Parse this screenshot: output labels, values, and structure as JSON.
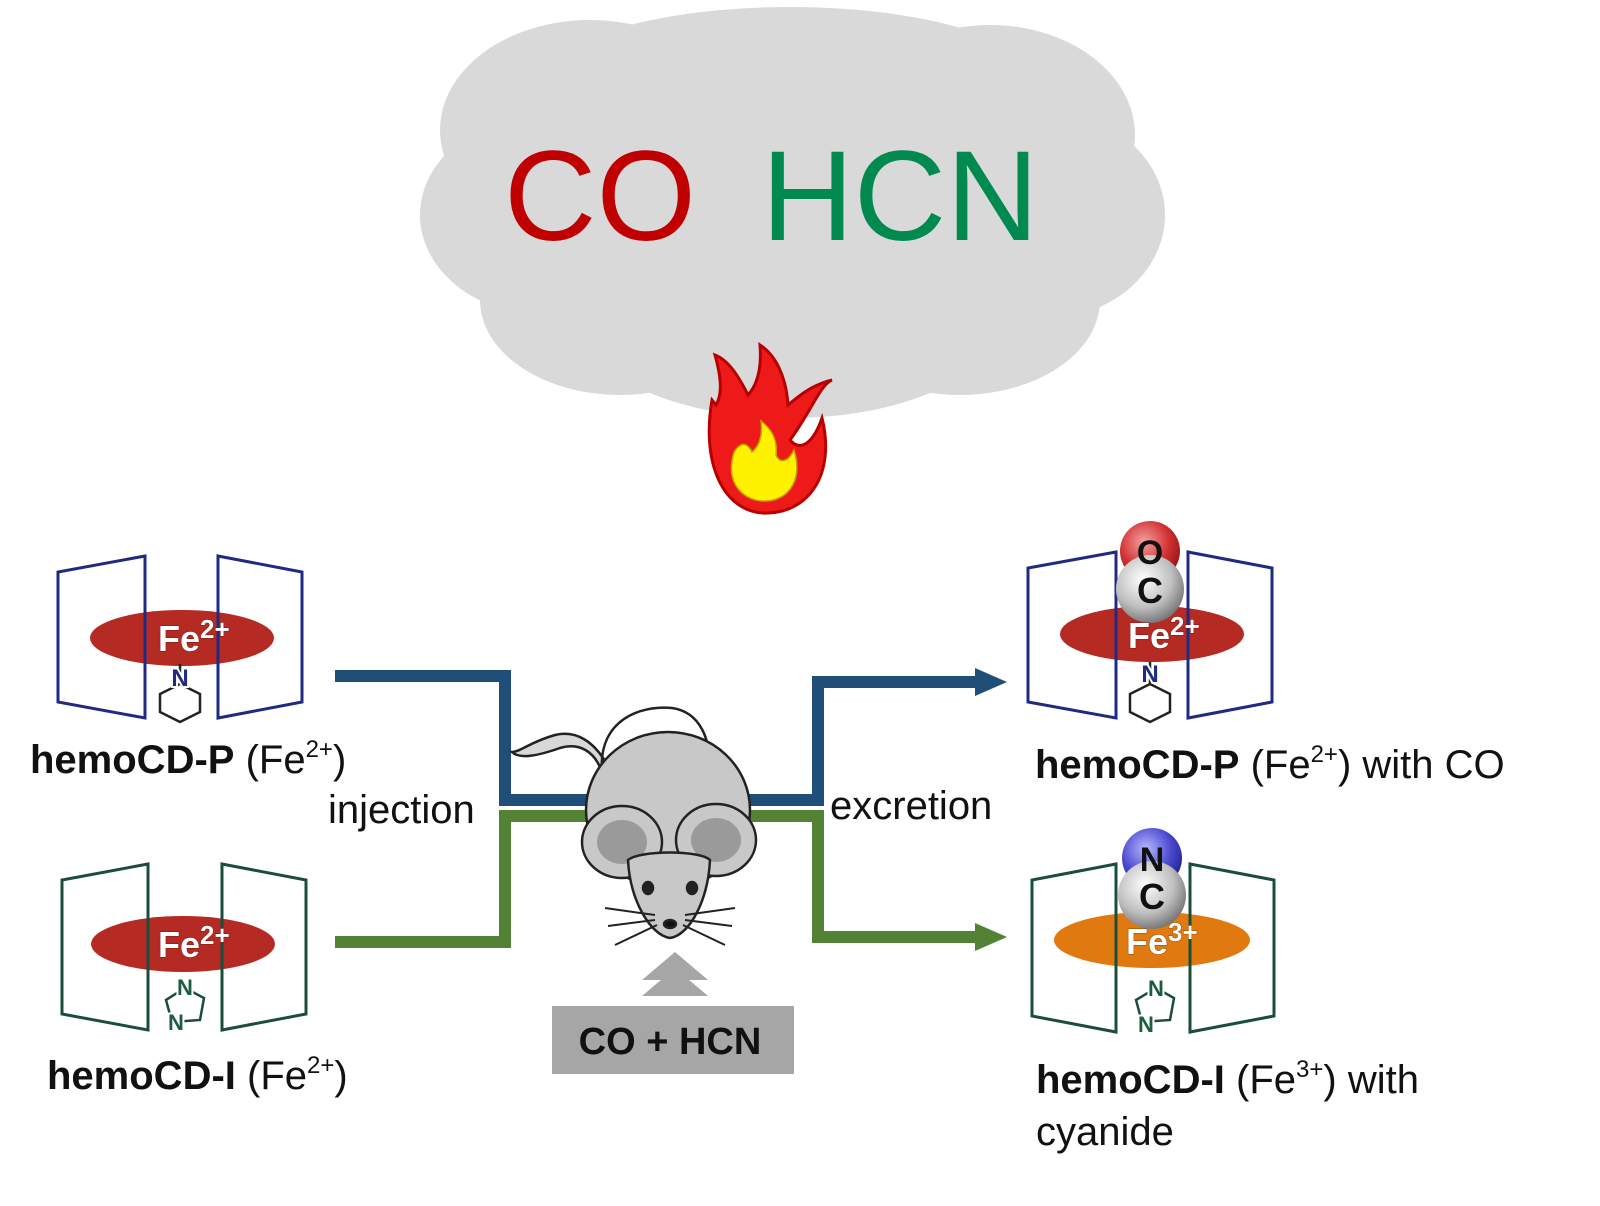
{
  "cloud": {
    "co": "CO",
    "hcn": "HCN",
    "co_color": "#c00000",
    "hcn_color": "#008a50"
  },
  "left_p": {
    "name": "hemoCD-P",
    "paren_open": "(Fe",
    "charge": "2+",
    "paren_close": ")",
    "metal": "Fe",
    "metal_charge": "2+",
    "ligand_atom": "N"
  },
  "left_i": {
    "name": "hemoCD-I",
    "paren_open": "(Fe",
    "charge": "2+",
    "paren_close": ")",
    "metal": "Fe",
    "metal_charge": "2+",
    "ligand_atom_top": "N",
    "ligand_atom_bottom": "N"
  },
  "right_p": {
    "name": "hemoCD-P",
    "paren_open": "(Fe",
    "charge": "2+",
    "paren_close": ") with CO",
    "metal": "Fe",
    "metal_charge": "2+",
    "ligand_atom": "N",
    "bound_top": "O",
    "bound_bottom": "C"
  },
  "right_i": {
    "name": "hemoCD-I",
    "paren_open": "(Fe",
    "charge": "3+",
    "paren_close": ") with",
    "line2": "cyanide",
    "metal": "Fe",
    "metal_charge": "3+",
    "ligand_atom_top": "N",
    "ligand_atom_bottom": "N",
    "bound_top": "N",
    "bound_bottom": "C"
  },
  "arrows": {
    "injection": "injection",
    "excretion": "excretion",
    "blue": "#1f4e79",
    "green": "#548235"
  },
  "exposure": {
    "label": "CO + HCN"
  },
  "colors": {
    "heme_fe2": "#b52a22",
    "heme_fe3": "#e07a10",
    "cage": "#1f2a80",
    "cage_i": "#1b4d3e",
    "cloud": "#d9d9d9"
  },
  "icons": [
    "fire-icon",
    "mouse-icon",
    "up-arrow-icon",
    "oxygen-atom-icon",
    "carbon-atom-icon",
    "nitrogen-atom-icon",
    "pyridine-icon",
    "imidazole-icon"
  ]
}
